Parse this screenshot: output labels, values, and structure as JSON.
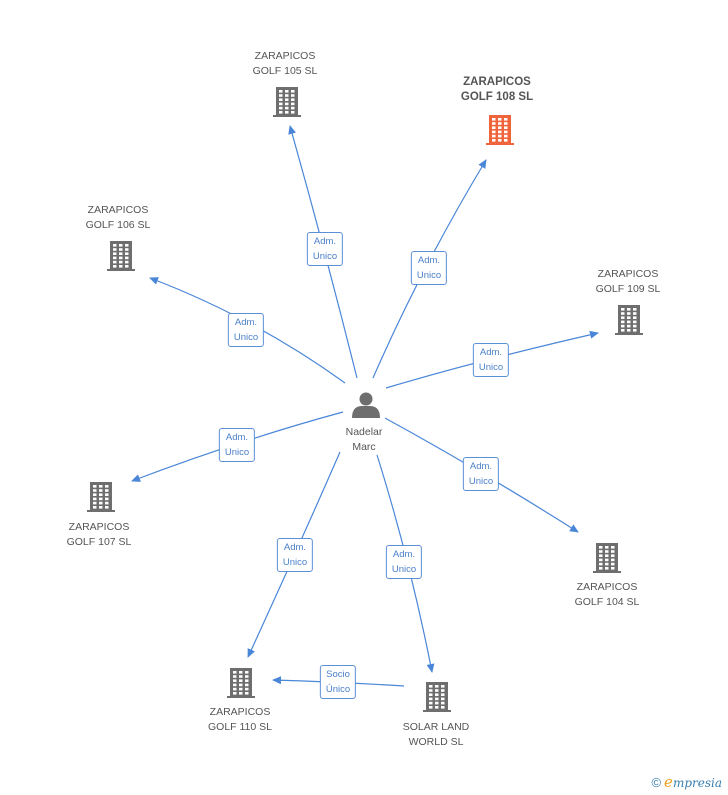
{
  "center": {
    "label": "Nadelar\nMarc",
    "icon": "person-icon"
  },
  "companies": [
    {
      "id": "golf105",
      "label": "ZARAPICOS\nGOLF 105 SL",
      "highlight": false
    },
    {
      "id": "golf108",
      "label": "ZARAPICOS\nGOLF 108 SL",
      "highlight": true
    },
    {
      "id": "golf106",
      "label": "ZARAPICOS\nGOLF 106 SL",
      "highlight": false
    },
    {
      "id": "golf109",
      "label": "ZARAPICOS\nGOLF 109 SL",
      "highlight": false
    },
    {
      "id": "golf107",
      "label": "ZARAPICOS\nGOLF 107 SL",
      "highlight": false
    },
    {
      "id": "golf104",
      "label": "ZARAPICOS\nGOLF 104 SL",
      "highlight": false
    },
    {
      "id": "golf110",
      "label": "ZARAPICOS\nGOLF 110 SL",
      "highlight": false
    },
    {
      "id": "solar",
      "label": "SOLAR LAND\nWORLD SL",
      "highlight": false
    }
  ],
  "relations": [
    {
      "from": "center",
      "to": "golf105",
      "label_line1": "Adm.",
      "label_line2": "Unico"
    },
    {
      "from": "center",
      "to": "golf108",
      "label_line1": "Adm.",
      "label_line2": "Unico"
    },
    {
      "from": "center",
      "to": "golf106",
      "label_line1": "Adm.",
      "label_line2": "Unico"
    },
    {
      "from": "center",
      "to": "golf109",
      "label_line1": "Adm.",
      "label_line2": "Unico"
    },
    {
      "from": "center",
      "to": "golf107",
      "label_line1": "Adm.",
      "label_line2": "Unico"
    },
    {
      "from": "center",
      "to": "golf104",
      "label_line1": "Adm.",
      "label_line2": "Unico"
    },
    {
      "from": "center",
      "to": "golf110",
      "label_line1": "Adm.",
      "label_line2": "Unico"
    },
    {
      "from": "center",
      "to": "solar",
      "label_line1": "Adm.",
      "label_line2": "Unico"
    },
    {
      "from": "solar",
      "to": "golf110",
      "label_line1": "Socio",
      "label_line2": "Único"
    }
  ],
  "colors": {
    "edge": "#4a86d8",
    "building": "#6e6e6e",
    "building_highlight": "#f0643c",
    "person": "#6e6e6e"
  },
  "footer": {
    "copyright": "©",
    "brand_first": "e",
    "brand_rest": "mpresia"
  }
}
